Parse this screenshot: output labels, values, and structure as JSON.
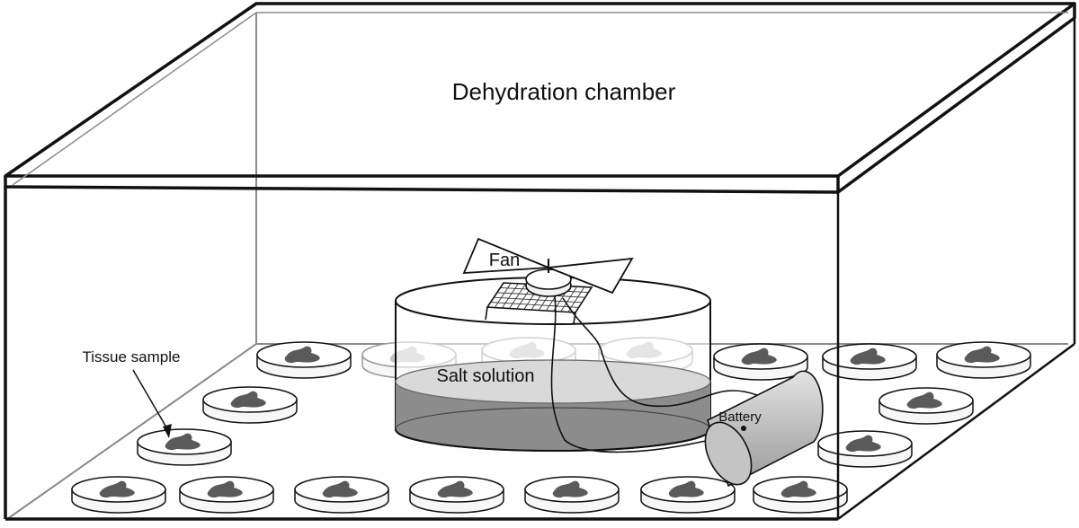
{
  "diagram": {
    "labels": {
      "chamber": "Dehydration chamber",
      "fan": "Fan",
      "salt_solution": "Salt solution",
      "battery": "Battery",
      "tissue_sample": "Tissue sample"
    },
    "colors": {
      "line": "#111111",
      "back_line": "#8a8a8a",
      "dish_fill": "#f7f7f7",
      "tissue": "#5a5a5a",
      "solution_top": "#d9d9d9",
      "solution_body": "#8c8c8c",
      "battery": "#bdbdbd"
    }
  }
}
